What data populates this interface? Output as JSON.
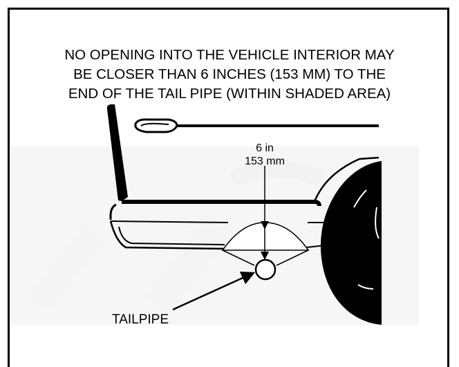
{
  "warning": {
    "line1": "NO OPENING INTO THE VEHICLE INTERIOR MAY",
    "line2": "BE CLOSER THAN 6 INCHES (153 MM) TO THE",
    "line3": "END OF THE TAIL PIPE (WITHIN SHADED AREA)"
  },
  "dimension": {
    "imperial": "6 in",
    "metric": "153 mm"
  },
  "callout": {
    "label": "TAILPIPE"
  },
  "colors": {
    "ink": "#000000",
    "paper": "#ffffff",
    "watermark": "#ececec"
  }
}
